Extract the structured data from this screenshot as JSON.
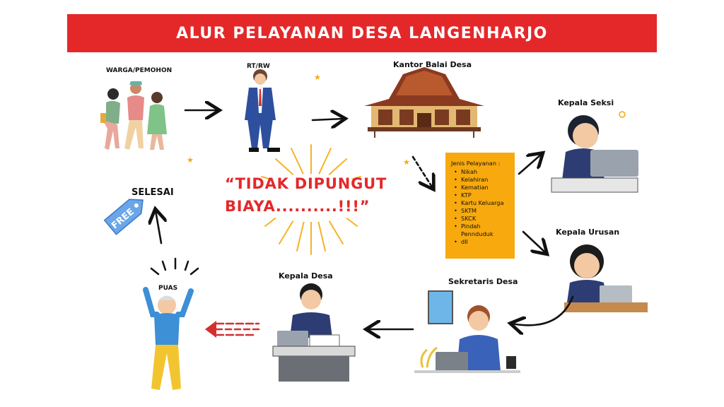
{
  "title": "ALUR PELAYANAN DESA LANGENHARJO",
  "nodes": {
    "warga": "WARGA/PEMOHON",
    "rtrw": "RT/RW",
    "kantor": "Kantor Balai Desa",
    "kepala_seksi": "Kepala Seksi",
    "kepala_urusan": "Kepala Urusan",
    "sekretaris": "Sekretaris Desa",
    "kepala_desa": "Kepala Desa",
    "puas": "PUAS",
    "selesai": "SELESAI"
  },
  "services": {
    "title": "Jenis Pelayanan :",
    "items": [
      "Nikah",
      "Kelahiran",
      "Kematian",
      "KTP",
      "Kartu Keluarga",
      "SKTM",
      "SKCK",
      "Pindah Pennduduk",
      "dll"
    ]
  },
  "slogan": "“TIDAK DIPUNGUT\nBIAYA..........!!!”",
  "free_tag": "FREE",
  "colors": {
    "banner": "#e4282a",
    "service_box": "#f7a90e",
    "slogan": "#e4282a",
    "star": "#f7a90e"
  }
}
